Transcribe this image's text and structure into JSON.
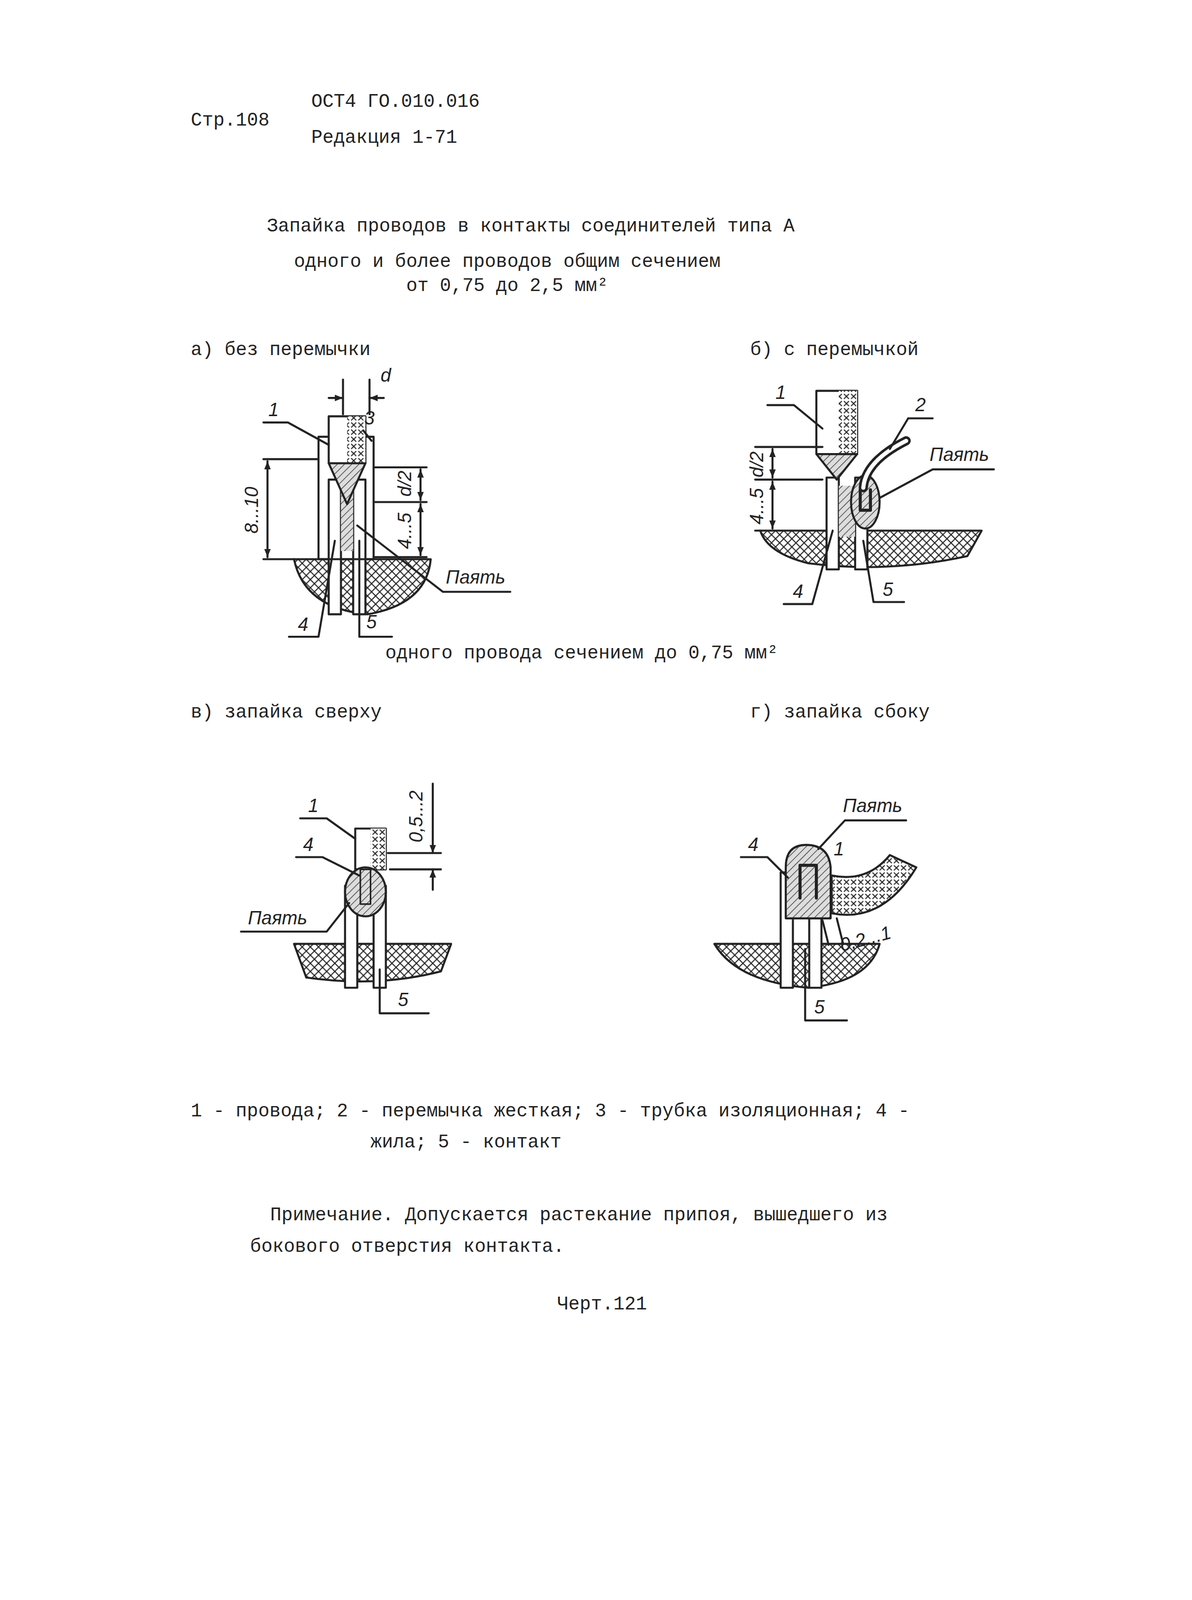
{
  "diagram": {
    "title": "Запайка проводов в контакты соединителей типа А",
    "labels": [
      "Стр.108",
      "ОСТ4 ГО.010.016",
      "Редакция 1-71",
      "одного и более проводов общим сечением от 0,75 до 2,5 мм²",
      "а) без перемычки",
      "б) с перемычкой",
      "1",
      "d",
      "3",
      "8...10",
      "d/2",
      "4...5",
      "Паять",
      "4",
      "5",
      "1",
      "2",
      "Паять",
      "d/2",
      "4...5",
      "4",
      "5",
      "одного провода сечением до 0,75 мм²",
      "в) запайка сверху",
      "г) запайка сбоку",
      "1",
      "4",
      "0,5...2",
      "Паять",
      "5",
      "Паять",
      "4",
      "1",
      "0,2...1",
      "5",
      "1 - провода; 2 - перемычка жесткая; 3 - трубка изоляционная; 4 - жила; 5 - контакт",
      "Примечание. Допускается растекание припоя, вышедшего из бокового отверстия контакта.",
      "Черт.121"
    ]
  }
}
